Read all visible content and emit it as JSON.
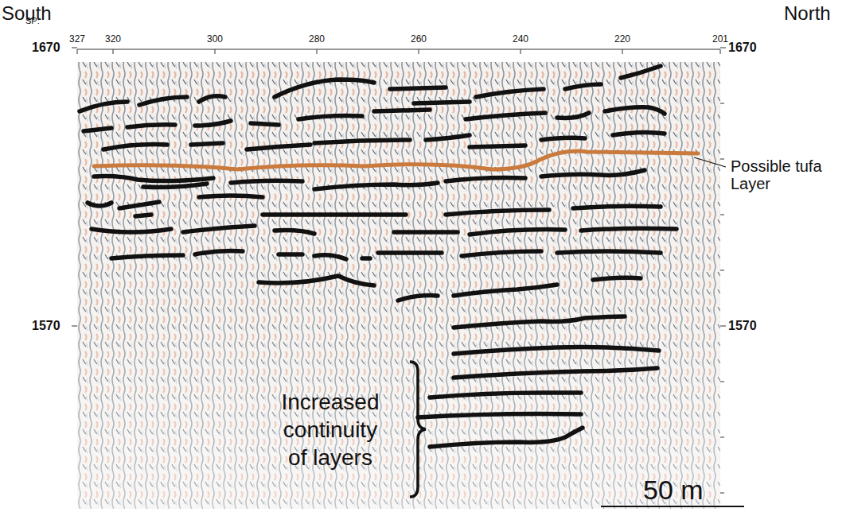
{
  "diagram": {
    "labels": [
      "South",
      "SP:",
      "327",
      "320",
      "300",
      "280",
      "260",
      "240",
      "220",
      "201",
      "North",
      "1670",
      "1670",
      "1570",
      "1570",
      "Possible tufa Layer",
      "Increased continuity of layers",
      "50 m"
    ]
  }
}
